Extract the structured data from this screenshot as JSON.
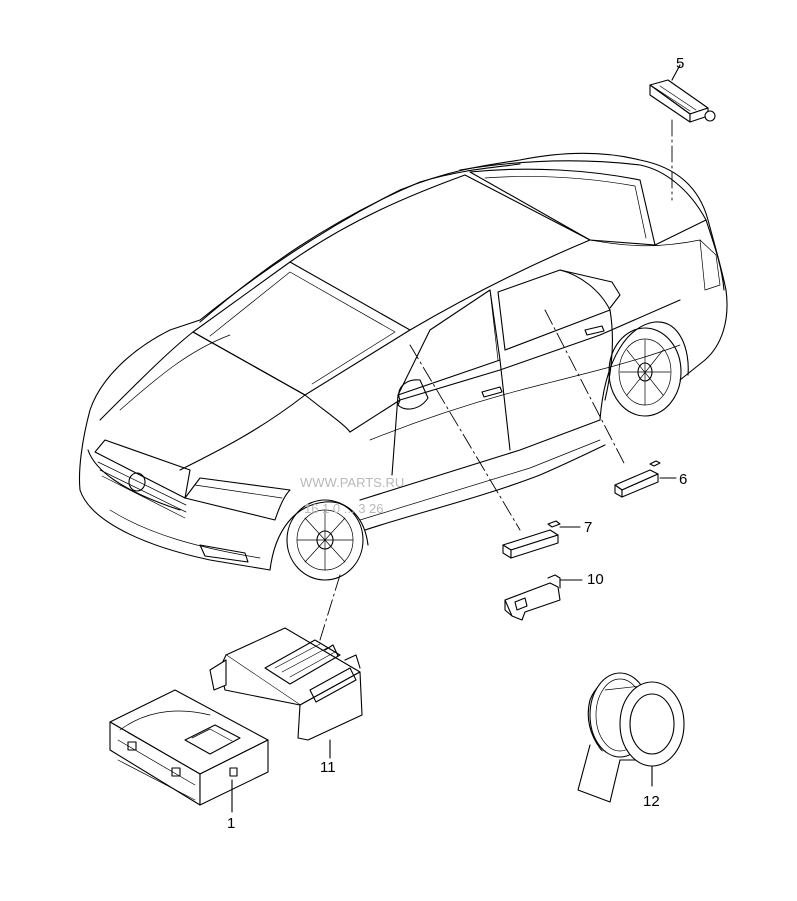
{
  "diagram": {
    "callouts": [
      {
        "id": "1",
        "label": "1"
      },
      {
        "id": "5",
        "label": "5"
      },
      {
        "id": "6",
        "label": "6"
      },
      {
        "id": "7",
        "label": "7"
      },
      {
        "id": "10",
        "label": "10"
      },
      {
        "id": "11",
        "label": "11"
      },
      {
        "id": "12",
        "label": "12"
      }
    ],
    "watermark": {
      "line1": "WWW.PARTS.RU",
      "line2": "16 1 0 ... 3 26"
    }
  }
}
